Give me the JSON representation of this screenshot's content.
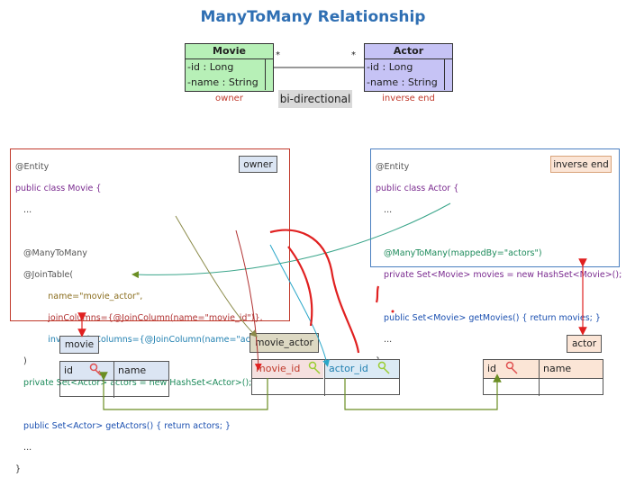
{
  "title": "ManyToMany Relationship",
  "uml": {
    "movie": {
      "name": "Movie",
      "attrs": [
        "-id : Long",
        "-name : String"
      ],
      "role": "owner"
    },
    "actor": {
      "name": "Actor",
      "attrs": [
        "-id : Long",
        "-name : String"
      ],
      "role": "inverse end"
    },
    "multiplicity_left": "*",
    "multiplicity_right": "*",
    "relation_label": "bi-directional"
  },
  "movie_code": {
    "tag": "owner",
    "lines": [
      "@Entity",
      "public class Movie {",
      "   ...",
      "",
      "   @ManyToMany",
      "   @JoinTable(",
      "            name=\"movie_actor\",",
      "            joinColumns={@JoinColumn(name=\"movie_id\")},",
      "            inverseJoinColumns={@JoinColumn(name=\"actor_id\")}",
      "   )",
      "   private Set<Actor> actors = new HashSet<Actor>();",
      "",
      "   public Set<Actor> getActors() { return actors; }",
      "   ...",
      "}"
    ]
  },
  "actor_code": {
    "tag": "inverse end",
    "lines": [
      "@Entity",
      "public class Actor {",
      "   ...",
      "",
      "   @ManyToMany(mappedBy=\"actors\")",
      "   private Set<Movie> movies = new HashSet<Movie>();",
      "",
      "   public Set<Movie> getMovies() { return movies; }",
      "   ...",
      "}"
    ]
  },
  "tables": {
    "movie": {
      "label": "movie",
      "columns": [
        "id",
        "name"
      ]
    },
    "movie_actor": {
      "label": "movie_actor",
      "columns": [
        "movie_id",
        "actor_id"
      ]
    },
    "actor": {
      "label": "actor",
      "columns": [
        "id",
        "name"
      ]
    }
  },
  "colors": {
    "title": "#2f6fb3",
    "movie_class_fill": "#b7f0b7",
    "actor_class_fill": "#c6c3f5",
    "annotation_red": "#e02020",
    "link_green": "#6b8e23",
    "link_cyan": "#2aa7c9",
    "link_olive": "#8b8b4a"
  }
}
